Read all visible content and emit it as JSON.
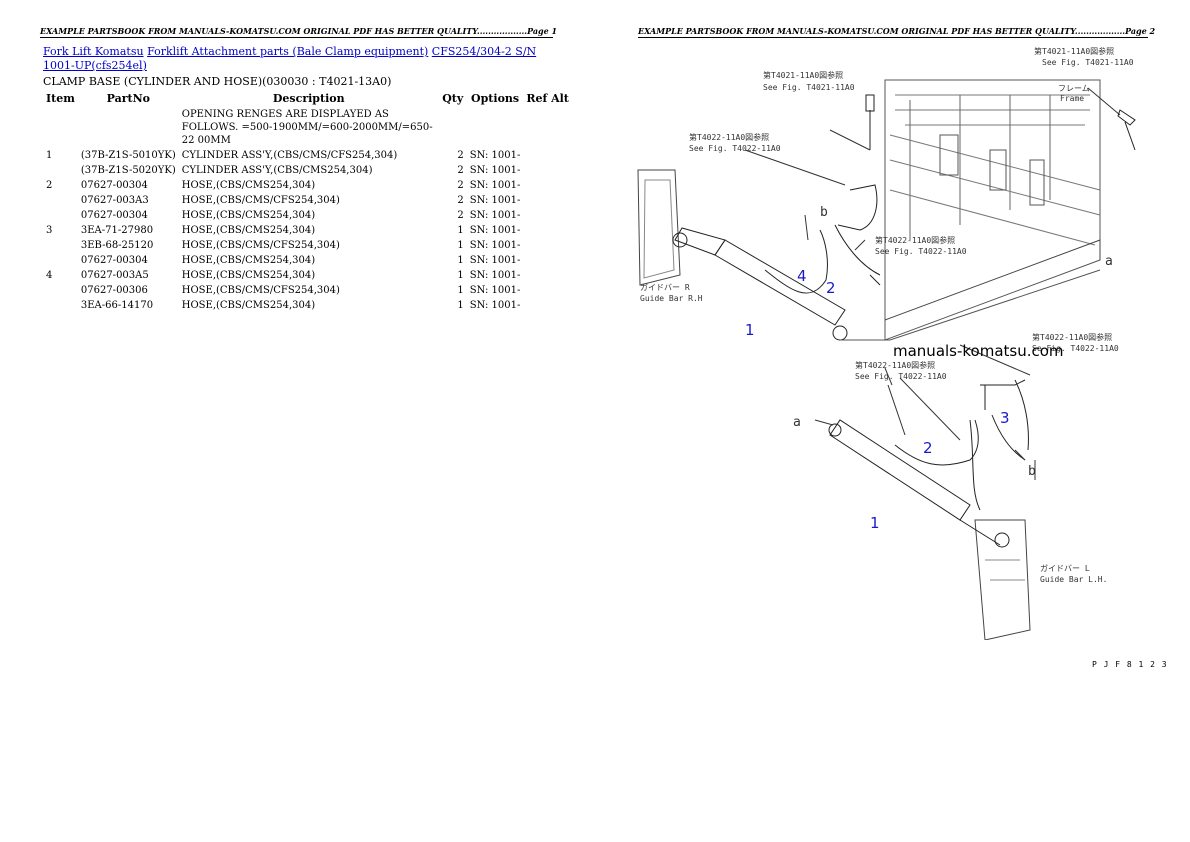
{
  "page1_header": "EXAMPLE PARTSBOOK FROM MANUALS-KOMATSU.COM ORIGINAL PDF HAS BETTER QUALITY..................Page 1",
  "page2_header": "EXAMPLE PARTSBOOK FROM MANUALS-KOMATSU.COM ORIGINAL PDF HAS BETTER QUALITY..................Page 2",
  "breadcrumbs": [
    "Fork Lift Komatsu",
    "Forklift Attachment parts (Bale Clamp equipment)",
    "CFS254/304-2 S/N 1001-UP(cfs254el)"
  ],
  "subtitle": "CLAMP BASE (CYLINDER AND HOSE)(030030 : T4021-13A0)",
  "columns": {
    "item": "Item",
    "partno": "PartNo",
    "description": "Description",
    "qty": "Qty",
    "options": "Options",
    "refalt": "Ref Alt"
  },
  "note": "OPENING RENGES ARE DISPLAYED AS FOLLOWS. =500-1900MM/=600-2000MM/=650-22 00MM",
  "rows": [
    {
      "item": "1",
      "partno": "(37B-Z1S-5010YK)",
      "description": "CYLINDER ASS'Y,(CBS/CMS/CFS254,304)",
      "qty": "2",
      "options": "SN: 1001-"
    },
    {
      "item": "",
      "partno": "(37B-Z1S-5020YK)",
      "description": "CYLINDER ASS'Y,(CBS/CMS254,304)",
      "qty": "2",
      "options": "SN: 1001-"
    },
    {
      "item": "2",
      "partno": "07627-00304",
      "description": "HOSE,(CBS/CMS254,304)",
      "qty": "2",
      "options": "SN: 1001-"
    },
    {
      "item": "",
      "partno": "07627-003A3",
      "description": "HOSE,(CBS/CMS/CFS254,304)",
      "qty": "2",
      "options": "SN: 1001-"
    },
    {
      "item": "",
      "partno": "07627-00304",
      "description": "HOSE,(CBS/CMS254,304)",
      "qty": "2",
      "options": "SN: 1001-"
    },
    {
      "item": "3",
      "partno": "3EA-71-27980",
      "description": "HOSE,(CBS/CMS254,304)",
      "qty": "1",
      "options": "SN: 1001-"
    },
    {
      "item": "",
      "partno": "3EB-68-25120",
      "description": "HOSE,(CBS/CMS/CFS254,304)",
      "qty": "1",
      "options": "SN: 1001-"
    },
    {
      "item": "",
      "partno": "07627-00304",
      "description": "HOSE,(CBS/CMS254,304)",
      "qty": "1",
      "options": "SN: 1001-"
    },
    {
      "item": "4",
      "partno": "07627-003A5",
      "description": "HOSE,(CBS/CMS254,304)",
      "qty": "1",
      "options": "SN: 1001-"
    },
    {
      "item": "",
      "partno": "07627-00306",
      "description": "HOSE,(CBS/CMS/CFS254,304)",
      "qty": "1",
      "options": "SN: 1001-"
    },
    {
      "item": "",
      "partno": "3EA-66-14170",
      "description": "HOSE,(CBS/CMS254,304)",
      "qty": "1",
      "options": "SN: 1001-"
    }
  ],
  "drawing": {
    "watermark": "manuals-komatsu.com",
    "figure_code": "P J F 8 1 2 3",
    "labels": {
      "ref_t4021_top": "第T4021-11A0図参照",
      "see_t4021_top": "See Fig. T4021-11A0",
      "ref_t4021_mid": "第T4021-11A0図参照",
      "see_t4021_mid": "See Fig. T4021-11A0",
      "ref_t4022_a": "第T4022-11A0図参照",
      "see_t4022_a": "See Fig. T4022-11A0",
      "ref_t4022_b": "第T4022-11A0図参照",
      "see_t4022_b": "See Fig. T4022-11A0",
      "ref_t4022_c": "第T4022-11A0図参照",
      "see_t4022_c": "Se Fig. T4022-11A0",
      "ref_t4022_d": "第T4022-11A0図参照",
      "see_t4022_d": "See Fig. T4022-11A0",
      "frame_jp": "フレーム",
      "frame_en": "Frame",
      "guide_rh_jp": "ガイドバー R",
      "guide_rh_en": "Guide Bar R.H",
      "guide_lh_jp": "ガイドバー L",
      "guide_lh_en": "Guide Bar L.H.",
      "letter_a1": "a",
      "letter_b1": "b",
      "letter_a2": "a",
      "letter_b2": "b"
    },
    "callouts": {
      "n1_top": "1",
      "n2_top": "2",
      "n4_top": "4",
      "n1_bottom": "1",
      "n2_bottom": "2",
      "n3_bottom": "3"
    }
  }
}
